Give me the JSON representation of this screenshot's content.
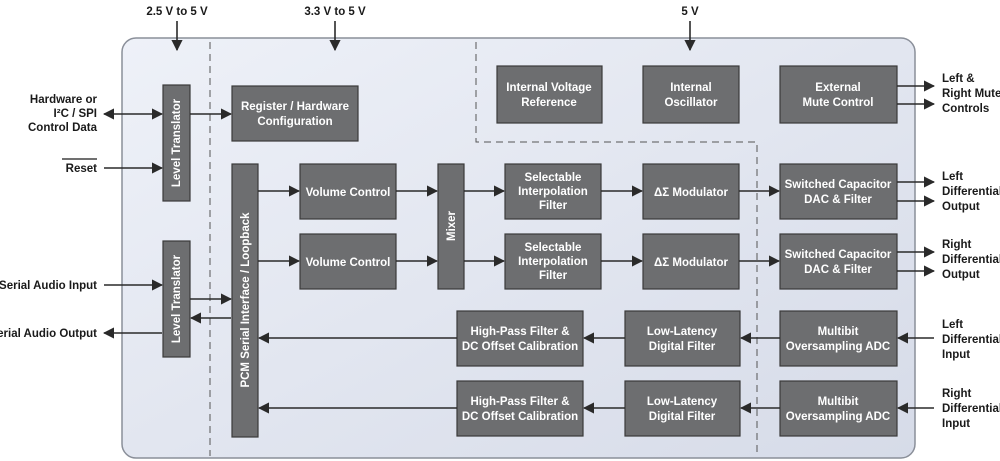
{
  "supplies": [
    "2.5 V to 5 V",
    "3.3 V to 5 V",
    "5 V"
  ],
  "blocks": {
    "level_translator_top": "Level Translator",
    "level_translator_bottom": "Level Translator",
    "register_config": [
      "Register / Hardware",
      "Configuration"
    ],
    "vref": [
      "Internal Voltage",
      "Reference"
    ],
    "osc": [
      "Internal",
      "Oscillator"
    ],
    "mute": [
      "External",
      "Mute Control"
    ],
    "pcm": "PCM Serial Interface / Loopback",
    "volume_1": "Volume Control",
    "volume_2": "Volume Control",
    "mixer": "Mixer",
    "interp_1": [
      "Selectable",
      "Interpolation",
      "Filter"
    ],
    "interp_2": [
      "Selectable",
      "Interpolation",
      "Filter"
    ],
    "mod_1": "ΔΣ Modulator",
    "mod_2": "ΔΣ Modulator",
    "dac_1": [
      "Switched Capacitor",
      "DAC & Filter"
    ],
    "dac_2": [
      "Switched Capacitor",
      "DAC & Filter"
    ],
    "hpf_1": [
      "High-Pass Filter &",
      "DC Offset Calibration"
    ],
    "hpf_2": [
      "High-Pass Filter &",
      "DC Offset Calibration"
    ],
    "lld_1": [
      "Low-Latency",
      "Digital Filter"
    ],
    "lld_2": [
      "Low-Latency",
      "Digital Filter"
    ],
    "adc_1": [
      "Multibit",
      "Oversampling ADC"
    ],
    "adc_2": [
      "Multibit",
      "Oversampling ADC"
    ]
  },
  "left_labels": {
    "control": [
      "Hardware or",
      "I²C / SPI",
      "Control Data"
    ],
    "reset": "Reset",
    "serial_in": "Serial Audio Input",
    "serial_out": "Serial Audio Output"
  },
  "right_labels": {
    "mute": [
      "Left &",
      "Right Mute",
      "Controls"
    ],
    "left_out": [
      "Left",
      "Differential",
      "Output"
    ],
    "right_out": [
      "Right",
      "Differential",
      "Output"
    ],
    "left_in": [
      "Left",
      "Differential",
      "Input"
    ],
    "right_in": [
      "Right",
      "Differential",
      "Input"
    ]
  }
}
